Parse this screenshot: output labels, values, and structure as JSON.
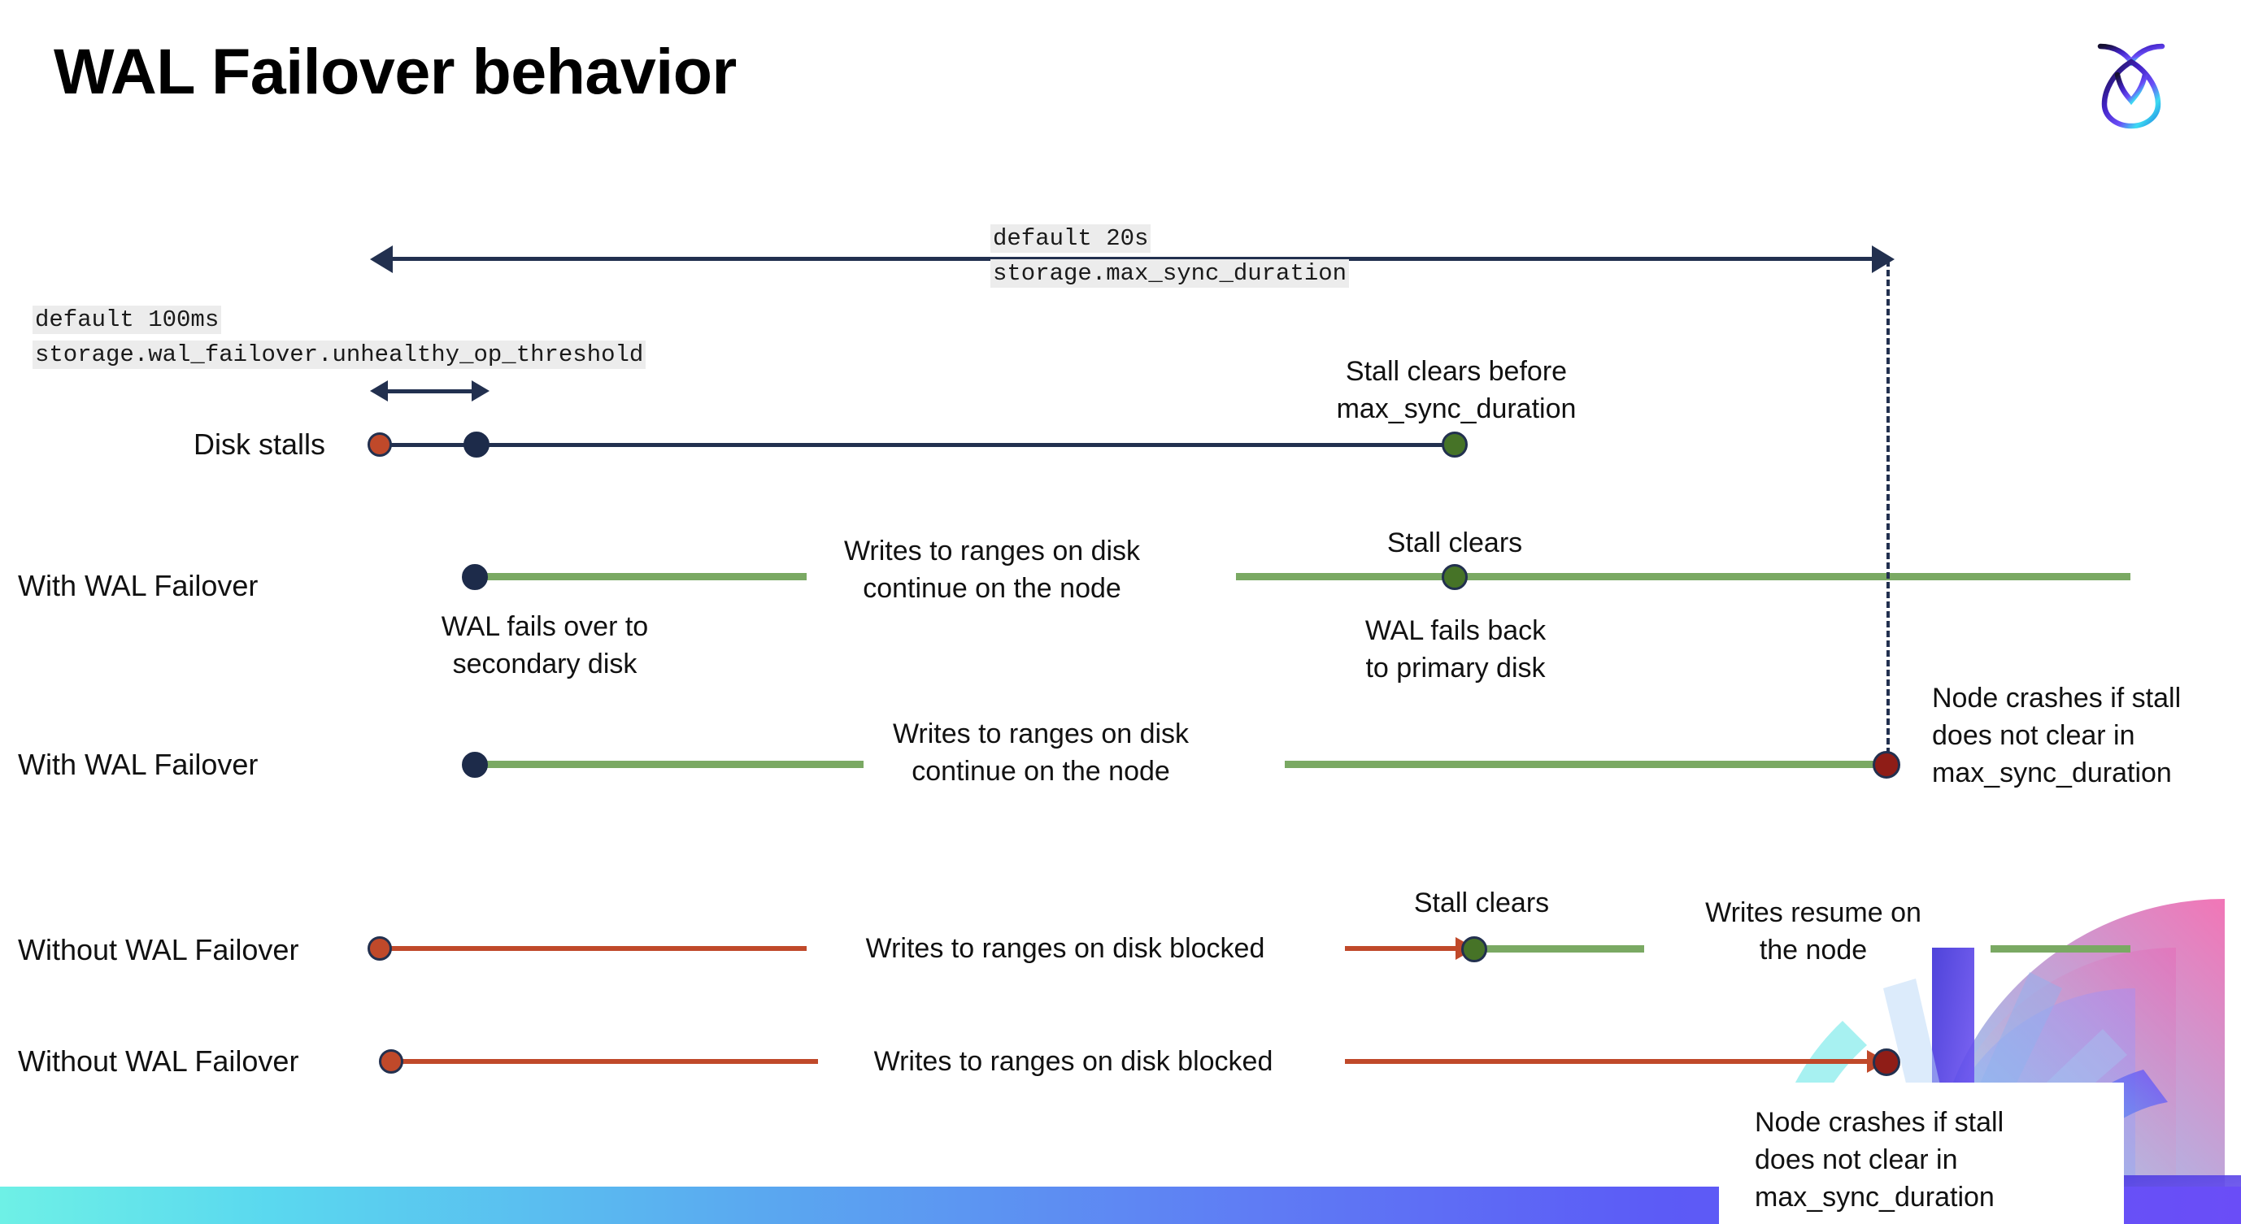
{
  "slide": {
    "title": "WAL Failover behavior",
    "logo_name": "cockroachdb-logo",
    "background": "#ffffff",
    "accent_gradient_start": "#6ef0e6",
    "accent_gradient_end": "#6a4df7"
  },
  "settings": [
    {
      "name": "max-sync-duration-setting",
      "default_line": "default 20s",
      "setting_line": "storage.max_sync_duration"
    },
    {
      "name": "unhealthy-op-threshold-setting",
      "default_line": "default 100ms",
      "setting_line": "storage.wal_failover.unhealthy_op_threshold"
    }
  ],
  "rows": [
    {
      "id": "disk-stalls",
      "label": "Disk stalls",
      "annotation_above": "Stall clears before\nmax_sync_duration"
    },
    {
      "id": "with-wal-failover-1",
      "label": "With WAL Failover",
      "annotation_mid": "Writes to ranges on disk\ncontinue on the node",
      "annotation_start_below": "WAL fails over to\nsecondary disk",
      "annotation_clear_above": "Stall clears",
      "annotation_clear_below": "WAL fails  back\nto primary disk"
    },
    {
      "id": "with-wal-failover-2",
      "label": "With WAL Failover",
      "annotation_mid": "Writes to ranges on disk\ncontinue on the node",
      "annotation_end": "Node crashes if stall\ndoes not clear in\nmax_sync_duration"
    },
    {
      "id": "without-wal-failover-1",
      "label": "Without WAL Failover",
      "annotation_mid": "Writes to ranges on disk  blocked",
      "annotation_clear_above": "Stall clears",
      "annotation_resume": "Writes resume on\nthe node"
    },
    {
      "id": "without-wal-failover-2",
      "label": "Without WAL Failover",
      "annotation_mid": "Writes to ranges on disk  blocked",
      "annotation_end": "Node crashes if stall\ndoes not clear in\nmax_sync_duration"
    }
  ],
  "colors": {
    "navy": "#22304f",
    "green_line": "#7aa963",
    "red_line": "#c0492a",
    "stall_start_dot": "#c0492a",
    "failover_dot": "#1d2b4a",
    "stall_clear_dot": "#467327",
    "crash_dot": "#8f1d17",
    "code_background": "#ececec"
  }
}
